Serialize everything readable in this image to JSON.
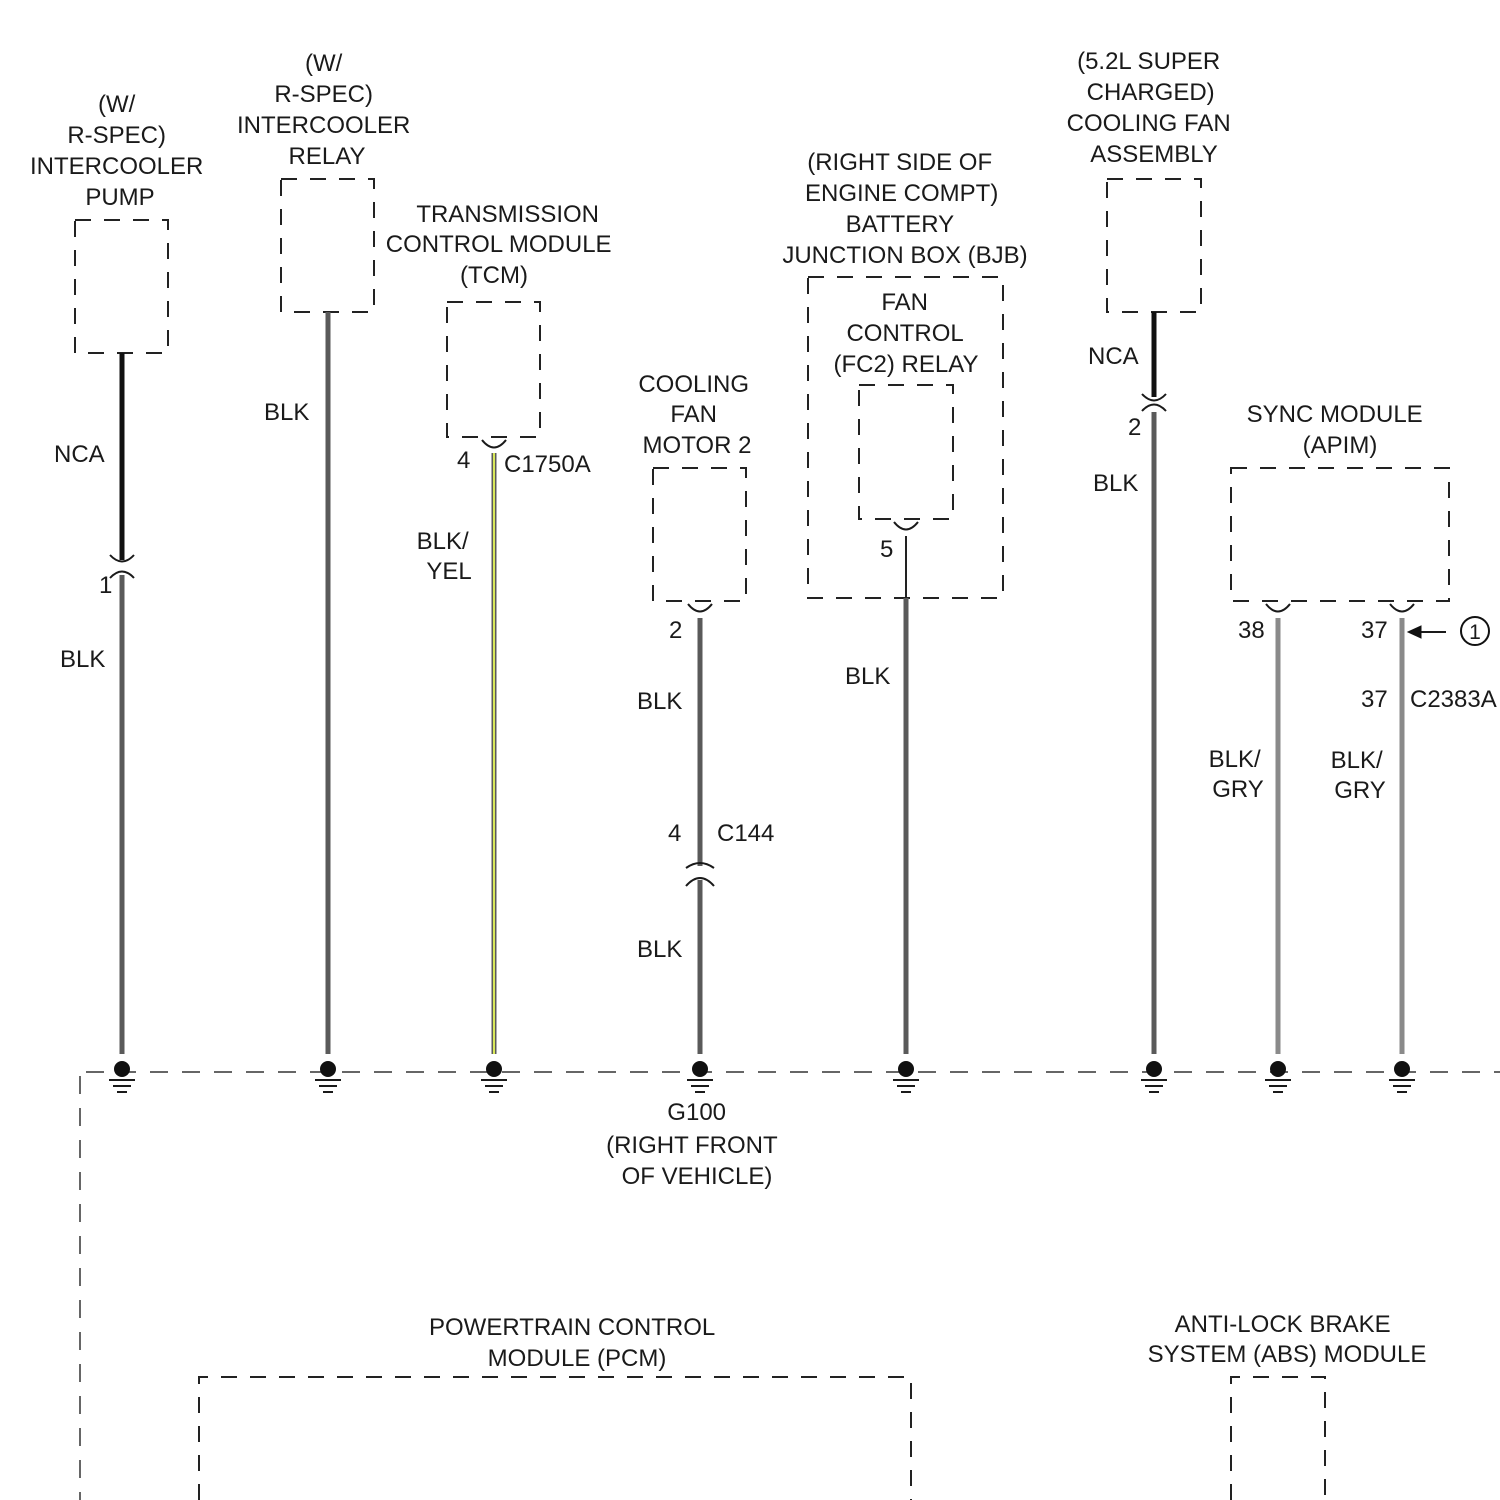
{
  "colors": {
    "wire_blk": "#5a5a5a",
    "wire_nca": "#111111",
    "wire_gry": "#8a8a8a",
    "wire_yel": "#d8e85a",
    "outline": "#222222"
  },
  "components": {
    "intercooler_pump": {
      "label": [
        "(W/",
        "R-SPEC)",
        "INTERCOOLER",
        "PUMP"
      ]
    },
    "intercooler_relay": {
      "label": [
        "(W/",
        "R-SPEC)",
        "INTERCOOLER",
        "RELAY"
      ]
    },
    "tcm": {
      "label": [
        "TRANSMISSION",
        "CONTROL MODULE",
        "(TCM)"
      ]
    },
    "cooling_fan_motor_2": {
      "label": [
        "COOLING",
        "FAN",
        "MOTOR 2"
      ]
    },
    "bjb": {
      "label": [
        "(RIGHT SIDE OF",
        "ENGINE COMPT)",
        "BATTERY",
        "JUNCTION BOX (BJB)"
      ]
    },
    "fan_control_relay": {
      "label": [
        "FAN",
        "CONTROL",
        "(FC2) RELAY"
      ]
    },
    "cooling_fan_assembly": {
      "label": [
        "(5.2L SUPER",
        "CHARGED)",
        "COOLING FAN",
        "ASSEMBLY"
      ]
    },
    "sync_module": {
      "label": [
        "SYNC MODULE",
        "(APIM)"
      ]
    },
    "pcm": {
      "label": [
        "POWERTRAIN CONTROL",
        "MODULE (PCM)"
      ]
    },
    "abs_module": {
      "label": [
        "ANTI-LOCK BRAKE",
        "SYSTEM (ABS) MODULE"
      ]
    }
  },
  "wire_labels": {
    "pump_nca": "NCA",
    "pump_blk": "BLK",
    "relay_blk": "BLK",
    "tcm_blk_yel": [
      "BLK/",
      "YEL"
    ],
    "fan_motor_blk_1": "BLK",
    "fan_motor_blk_2": "BLK",
    "fc2_blk": "BLK",
    "fan_assembly_nca": "NCA",
    "fan_assembly_blk": "BLK",
    "sync_38_color": [
      "BLK/",
      "GRY"
    ],
    "sync_37_color": [
      "BLK/",
      "GRY"
    ]
  },
  "pins": {
    "pump_pin": "1",
    "tcm_pin": "4",
    "tcm_connector": "C1750A",
    "fan_motor_pin": "2",
    "c144_pin": "4",
    "c144_connector": "C144",
    "fc2_pin": "5",
    "fan_assembly_pin": "2",
    "sync_pin_38": "38",
    "sync_pin_37": "37",
    "c2383a_pin": "37",
    "c2383a_connector": "C2383A"
  },
  "ground": {
    "label": [
      "G100",
      "(RIGHT FRONT",
      "OF VEHICLE)"
    ]
  },
  "callout": "1"
}
